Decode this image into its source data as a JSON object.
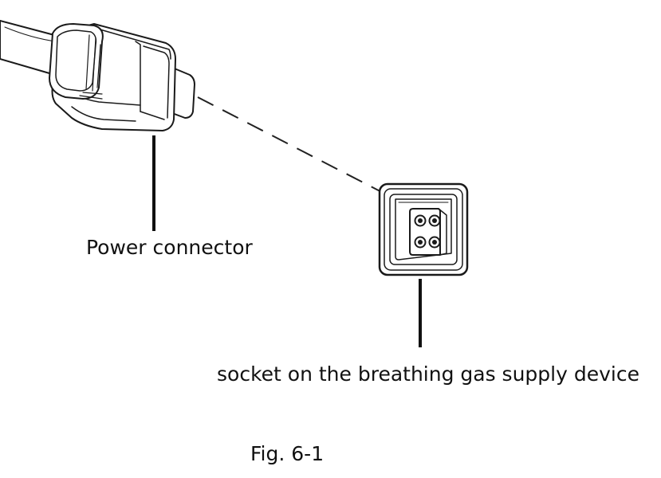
{
  "labels": {
    "power_connector": "Power connector",
    "socket": "socket on the breathing gas supply device"
  },
  "caption": "Fig. 6-1",
  "colors": {
    "stroke": "#111111",
    "background": "#ffffff"
  }
}
